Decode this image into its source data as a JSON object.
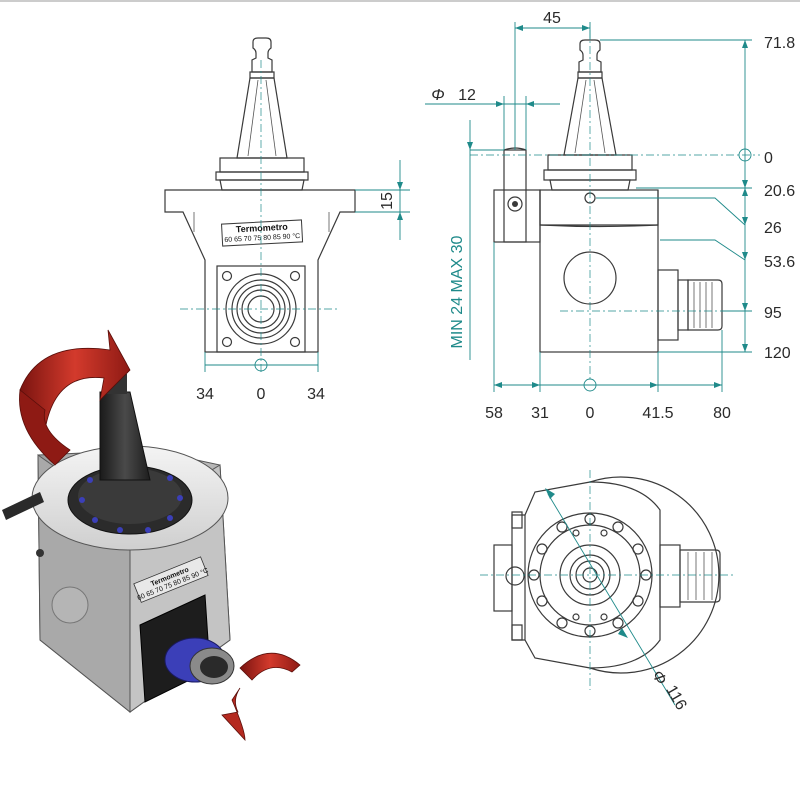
{
  "colors": {
    "dimension": "#1f8a8a",
    "outline": "#3a3a3a",
    "arrow_red": "#b3261e",
    "nut_blue": "#3b3fb8",
    "body_grey": "#c9c9c9"
  },
  "front_view": {
    "dim_height": "15",
    "dim_left": "34",
    "dim_center": "0",
    "dim_right": "34",
    "label_title": "Termometro",
    "label_scale": "60 65 70 75 80 85 90 °C"
  },
  "side_view": {
    "dim_top": "45",
    "dim_phi_symbol": "Φ",
    "dim_phi": "12",
    "dim_vertical_range": "MIN 24 MAX 30",
    "right_dims": [
      "71.8",
      "0",
      "20.6",
      "26",
      "53.6",
      "95",
      "120"
    ],
    "bottom_dims": [
      "58",
      "31",
      "0",
      "41.5",
      "80"
    ]
  },
  "top_view": {
    "dim_phi_symbol": "Φ",
    "dim_diameter": "116"
  },
  "render_view": {
    "label_title": "Termometro",
    "label_scale": "60 65 70 75 80 85 90 °C"
  }
}
